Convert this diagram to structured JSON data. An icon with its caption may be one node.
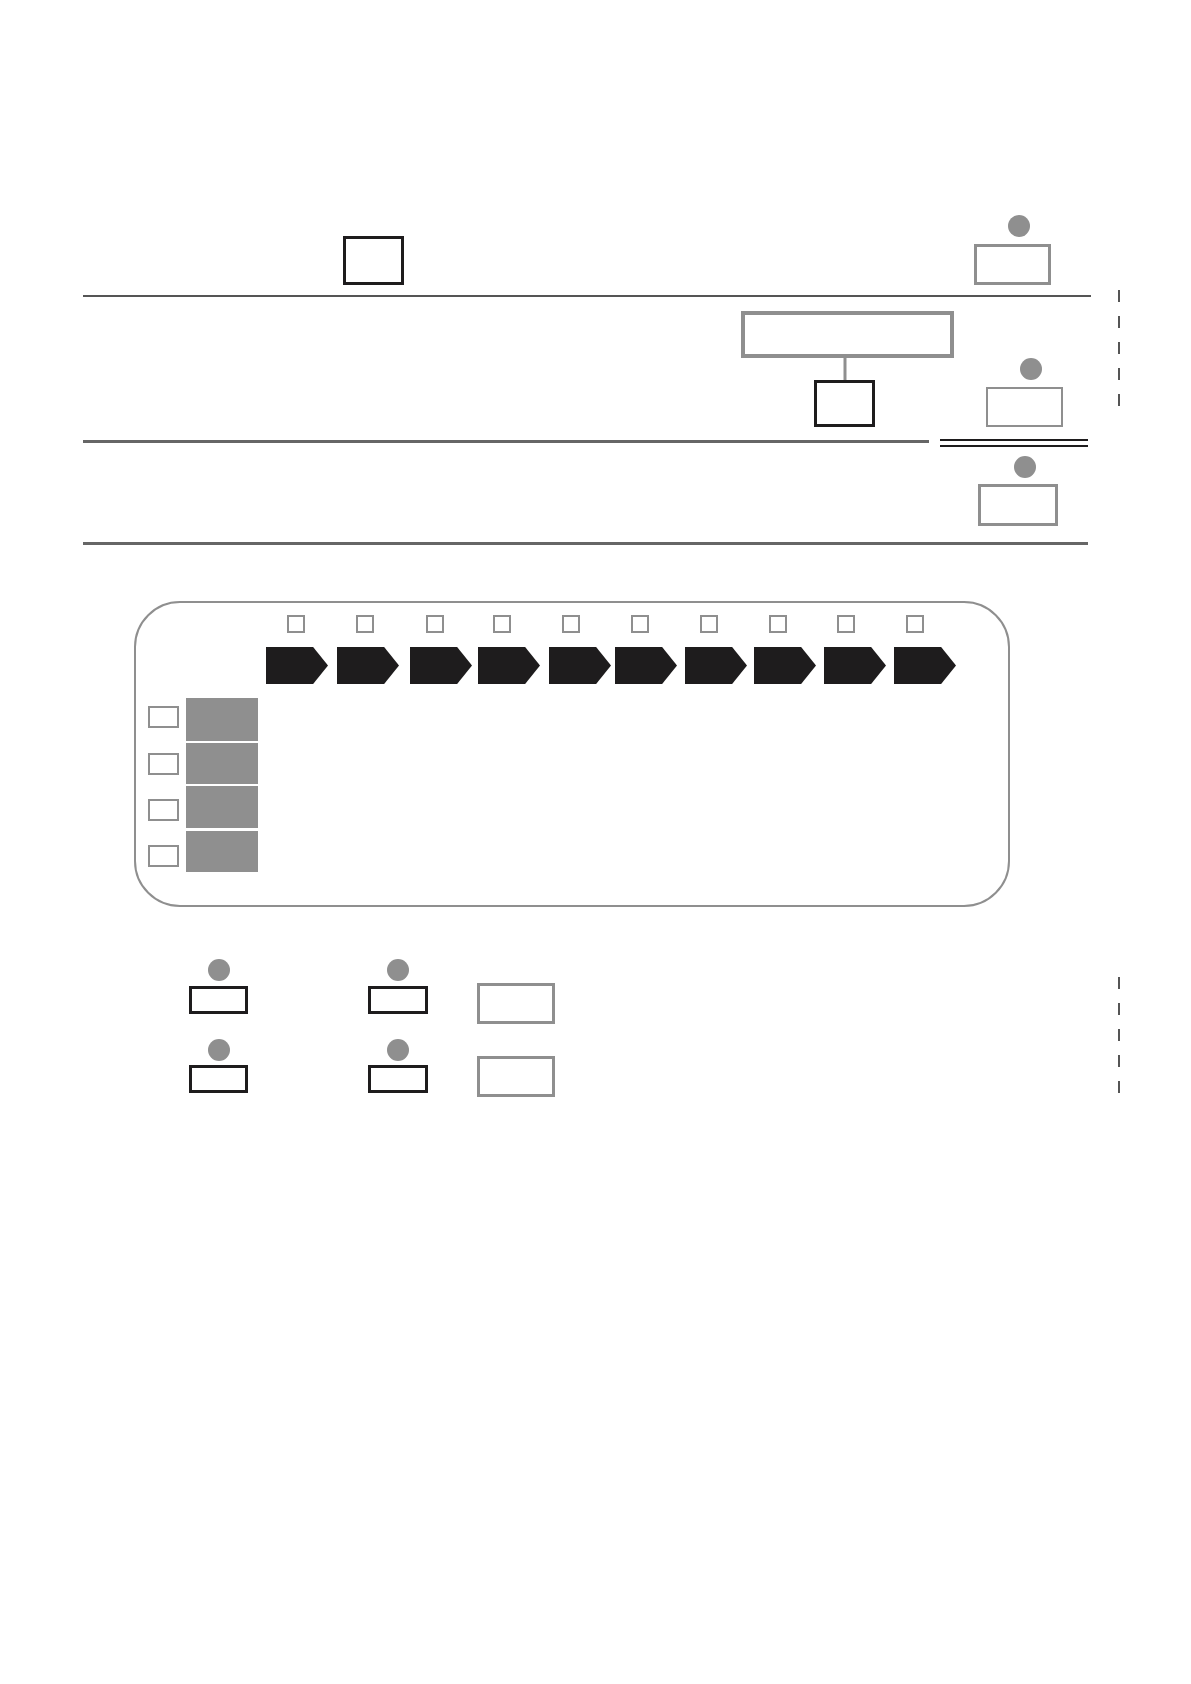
{
  "diagram": {
    "nodes": [
      {
        "text": [],
        "shape": "box"
      },
      {
        "text": [],
        "shape": "box"
      },
      {
        "text": [],
        "shape": "box"
      },
      {
        "text": [],
        "shape": "box"
      },
      {
        "text": [],
        "shape": "box"
      },
      {
        "text": [],
        "shape": "box"
      },
      {
        "text": [],
        "shape": "box"
      },
      {
        "text": [],
        "shape": "box"
      }
    ],
    "edges": [
      {
        "from": 2,
        "to": 3,
        "arrow": "none"
      }
    ]
  }
}
